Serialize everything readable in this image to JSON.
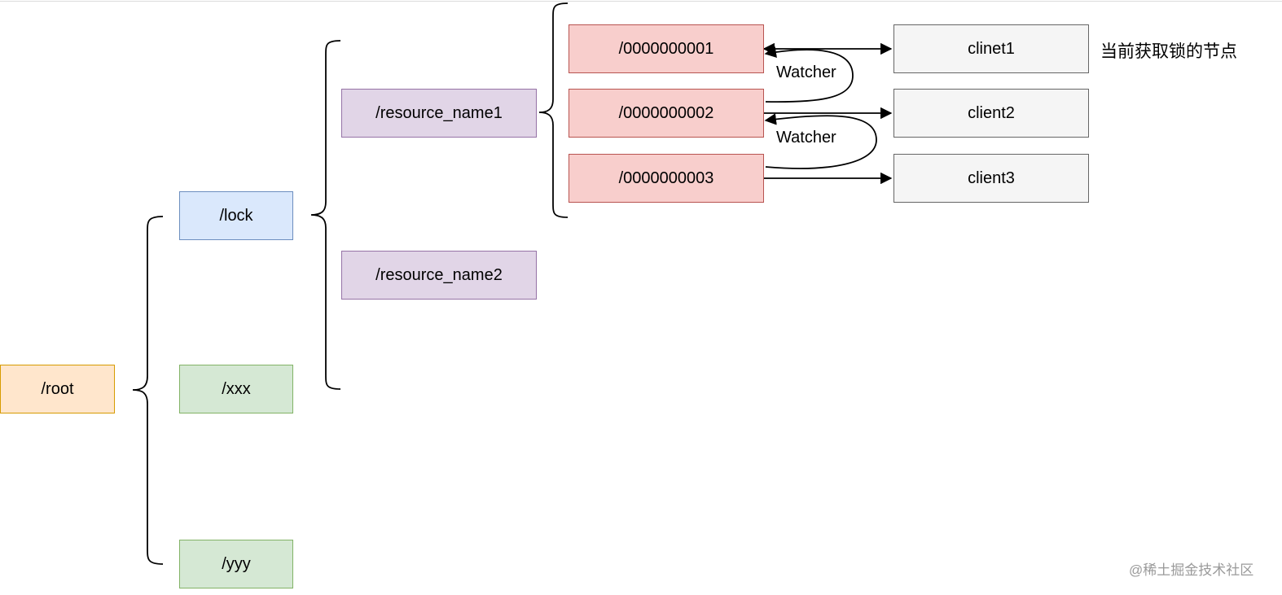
{
  "nodes": {
    "root": "/root",
    "lock": "/lock",
    "xxx": "/xxx",
    "yyy": "/yyy",
    "resource_name1": "/resource_name1",
    "resource_name2": "/resource_name2",
    "seq1": "/0000000001",
    "seq2": "/0000000002",
    "seq3": "/0000000003",
    "client1": "clinet1",
    "client2": "client2",
    "client3": "client3"
  },
  "edge_labels": {
    "watcher_1": "Watcher",
    "watcher_2": "Watcher"
  },
  "annotation": "当前获取锁的节点",
  "watermark": "@稀土掘金技术社区",
  "colors": {
    "root_fill": "#ffe6cc",
    "lock_fill": "#dae8fc",
    "leaf_fill": "#d5e8d4",
    "resource_fill": "#e1d5e7",
    "sequence_fill": "#f8cecc",
    "client_fill": "#f5f5f5",
    "line": "#000000"
  }
}
